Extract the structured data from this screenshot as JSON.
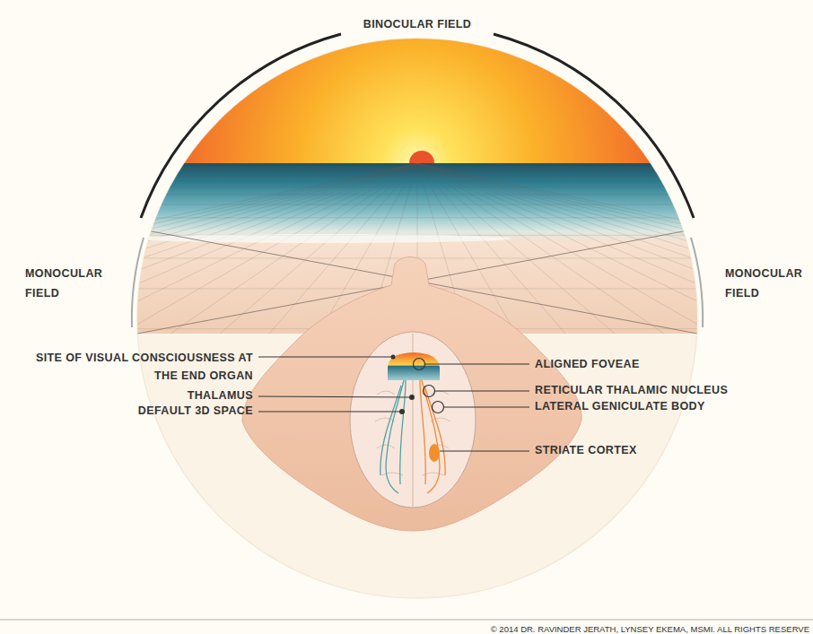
{
  "diagram": {
    "labels": [
      "BINOCULAR FIELD",
      "MONOCULAR FIELD",
      "MONOCULAR FIELD",
      "SITE OF VISUAL CONSCIOUSNESS AT THE END ORGAN",
      "ALIGNED FOVEAE",
      "THALAMUS",
      "RETICULAR THALAMIC NUCLEUS",
      "DEFAULT 3D SPACE",
      "LATERAL GENICULATE BODY",
      "STRIATE CORTEX",
      "© 2014 DR. RAVINDER JERATH, LYNSEY EKEMA, MSMI. ALL RIGHTS RESERVE"
    ]
  }
}
